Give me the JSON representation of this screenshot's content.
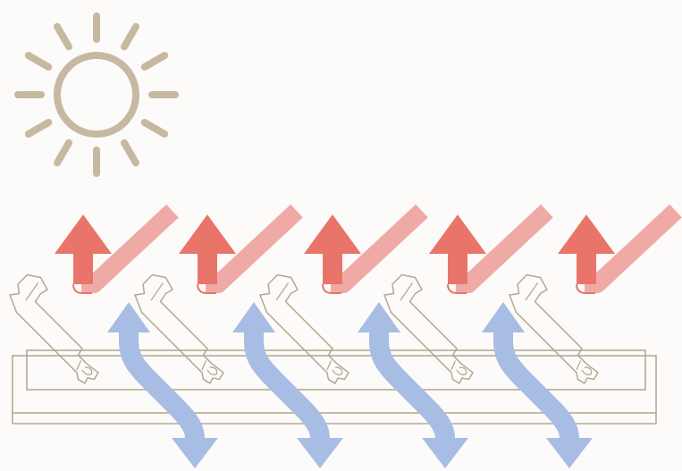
{
  "colors": {
    "background": "#fcfbfa",
    "sun": "#c7b9a1",
    "louver_outline": "#b3a78f",
    "frame_outline": "#b7aa92",
    "reflected_heat_arrow": "#e9756a",
    "incoming_sun_ray": "#f0aaa6",
    "air_flow_arrow": "#a7bde3"
  },
  "icons": {
    "sun": "sun-icon",
    "louver": "louver-blade",
    "reflection": "heat-reflection-arrow",
    "airflow": "air-flow-arrow"
  }
}
